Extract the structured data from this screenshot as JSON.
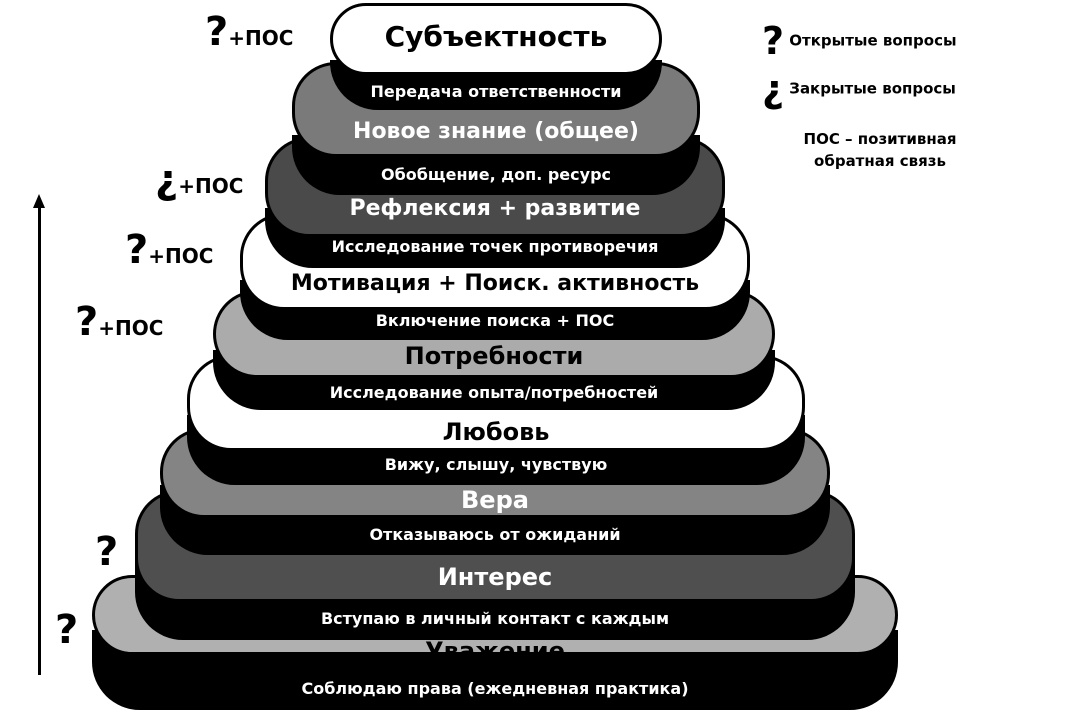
{
  "tiers": [
    {
      "label": "Уважение",
      "sub": "Соблюдаю права (ежедневная практика)",
      "color": "#b0b0b0",
      "label_color": "#000000"
    },
    {
      "label": "Интерес",
      "sub": "Вступаю в личный контакт с каждым",
      "color": "#4f4f4f",
      "label_color": "#ffffff"
    },
    {
      "label": "Вера",
      "sub": "Отказываюсь от ожиданий",
      "color": "#848484",
      "label_color": "#ffffff"
    },
    {
      "label": "Любовь",
      "sub": "Вижу, слышу, чувствую",
      "color": "#ffffff",
      "label_color": "#000000"
    },
    {
      "label": "Потребности",
      "sub": "Исследование опыта/потребностей",
      "color": "#ababab",
      "label_color": "#000000"
    },
    {
      "label": "Мотивация + Поиск. активность",
      "sub": "Включение поиска + ПОС",
      "color": "#ffffff",
      "label_color": "#000000"
    },
    {
      "label": "Рефлексия + развитие",
      "sub": "Исследование точек противоречия",
      "color": "#4a4a4a",
      "label_color": "#ffffff"
    },
    {
      "label": "Новое знание (общее)",
      "sub": "Обобщение, доп. ресурс",
      "color": "#7a7a7a",
      "label_color": "#ffffff"
    },
    {
      "label": "Субъектность",
      "sub": "Передача ответственности",
      "color": "#ffffff",
      "label_color": "#000000"
    }
  ],
  "markers": {
    "open_q": "?",
    "closed_q": "¿",
    "pos": "+ПОС"
  },
  "legend": {
    "open_label": "Открытые вопросы",
    "closed_label": "Закрытые вопросы",
    "pos_note_line1": "ПОС – позитивная",
    "pos_note_line2": "обратная связь"
  }
}
